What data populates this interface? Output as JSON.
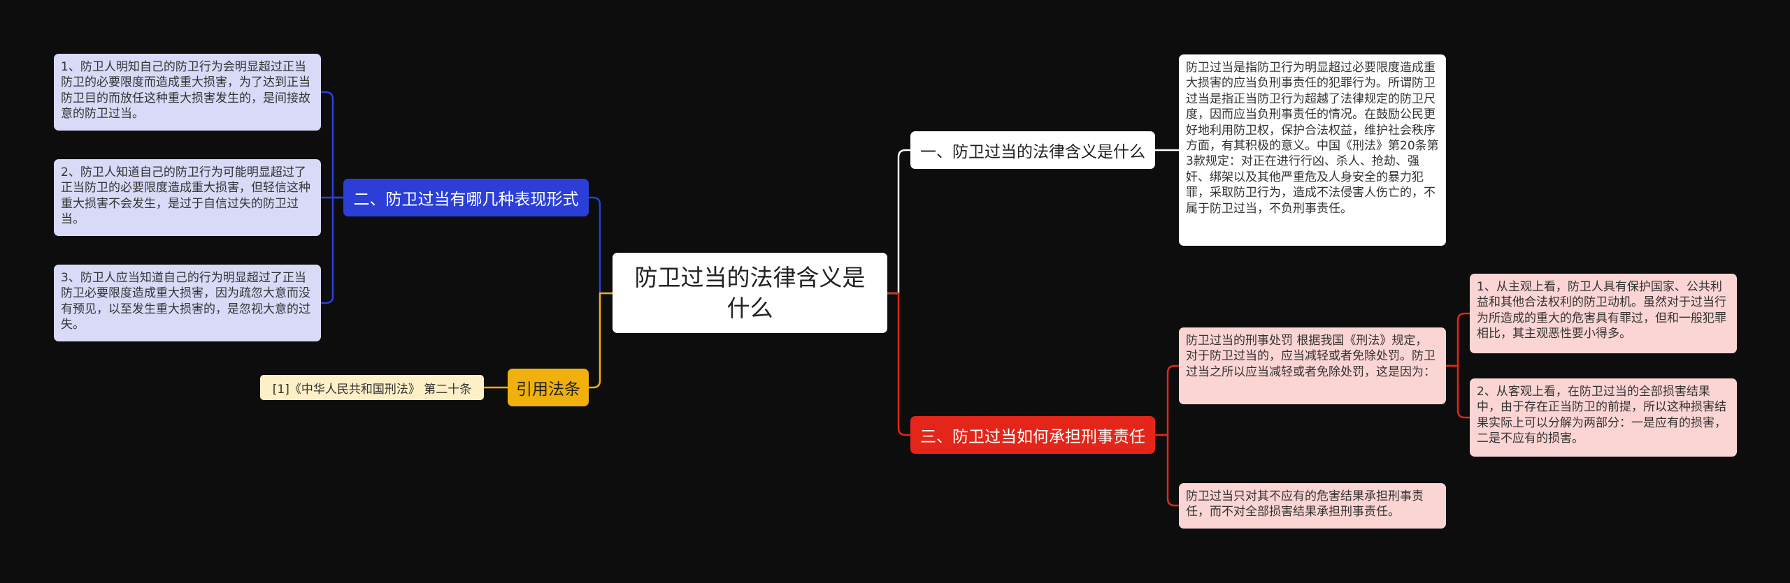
{
  "center": {
    "title": "防卫过当的法律含义是什么"
  },
  "branch1": {
    "label": "一、防卫过当的法律含义是什么",
    "leaf": "防卫过当是指防卫行为明显超过必要限度造成重大损害的应当负刑事责任的犯罪行为。所谓防卫过当是指正当防卫行为超越了法律规定的防卫尺度，因而应当负刑事责任的情况。在鼓励公民更好地利用防卫权，保护合法权益，维护社会秩序方面，有其积极的意义。中国《刑法》第20条第3款规定：对正在进行行凶、杀人、抢劫、强奸、绑架以及其他严重危及人身安全的暴力犯罪，采取防卫行为，造成不法侵害人伤亡的，不属于防卫过当，不负刑事责任。"
  },
  "branch2": {
    "label": "二、防卫过当有哪几种表现形式",
    "leaves": [
      "1、防卫人明知自己的防卫行为会明显超过正当防卫的必要限度而造成重大损害，为了达到正当防卫目的而放任这种重大损害发生的，是间接故意的防卫过当。",
      "2、防卫人知道自己的防卫行为可能明显超过了正当防卫的必要限度造成重大损害，但轻信这种重大损害不会发生，是过于自信过失的防卫过当。",
      "3、防卫人应当知道自己的行为明显超过了正当防卫必要限度造成重大损害，因为疏忽大意而没有预见，以至发生重大损害的，是忽视大意的过失。"
    ]
  },
  "branch3": {
    "label": "三、防卫过当如何承担刑事责任",
    "leaves": [
      "防卫过当的刑事处罚 根据我国《刑法》规定，对于防卫过当的，应当减轻或者免除处罚。防卫过当之所以应当减轻或者免除处罚，这是因为：",
      "防卫过当只对其不应有的危害结果承担刑事责任，而不对全部损害结果承担刑事责任。"
    ],
    "subleaves": [
      "1、从主观上看，防卫人具有保护国家、公共利益和其他合法权利的防卫动机。虽然对于过当行为所造成的重大的危害具有罪过，但和一般犯罪相比，其主观恶性要小得多。",
      "2、从客观上看，在防卫过当的全部损害结果中，由于存在正当防卫的前提，所以这种损害结果实际上可以分解为两部分：一是应有的损害，二是不应有的损害。"
    ]
  },
  "reference": {
    "label": "引用法条",
    "leaf": "[1]《中华人民共和国刑法》 第二十条"
  },
  "colors": {
    "background": "#0d0d0d",
    "center": "#ffffff",
    "branch1": "#ffffff",
    "branch2": "#2b3fd8",
    "branch3": "#e32619",
    "reference": "#f0b10c",
    "leaf_blue": "#d8daf7",
    "leaf_red": "#fbd5d3",
    "leaf_ref": "#fdf0c7"
  }
}
